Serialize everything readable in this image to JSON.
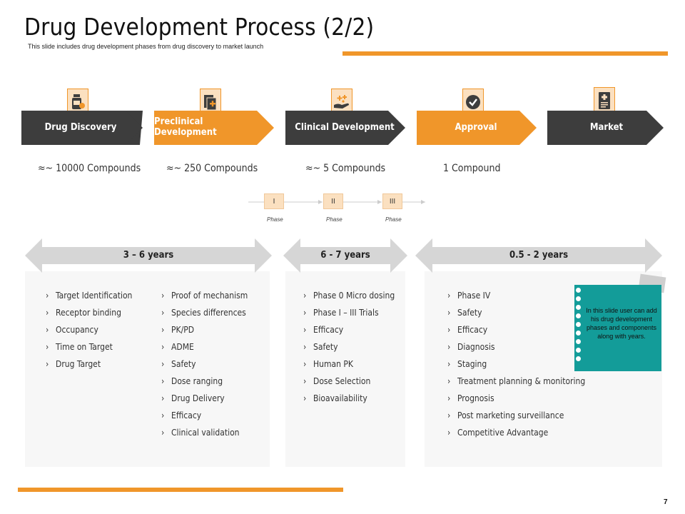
{
  "title": "Drug Development Process (2/2)",
  "subtitle": "This slide includes drug development phases from drug discovery to market launch",
  "page_number": "7",
  "colors": {
    "accent": "#f0962a",
    "dark": "#3d3d3d",
    "teal": "#139c99",
    "light_orange": "#fbe0c0"
  },
  "stages": [
    {
      "label": "Drug Discovery",
      "icon": "medicine-bottle-icon",
      "color": "#3d3d3d",
      "compounds": "≈~ 10000 Compounds"
    },
    {
      "label": "Preclinical Development",
      "icon": "medical-folder-icon",
      "color": "#f0962a",
      "compounds": "≈~ 250 Compounds"
    },
    {
      "label": "Clinical Development",
      "icon": "hand-plus-icon",
      "color": "#3d3d3d",
      "compounds": "≈~ 5 Compounds"
    },
    {
      "label": "Approval",
      "icon": "check-circle-icon",
      "color": "#f0962a",
      "compounds": "1 Compound"
    },
    {
      "label": "Market",
      "icon": "prescription-icon",
      "color": "#3d3d3d",
      "compounds": ""
    }
  ],
  "phases": [
    {
      "numeral": "I",
      "label": "Phase"
    },
    {
      "numeral": "II",
      "label": "Phase"
    },
    {
      "numeral": "III",
      "label": "Phase"
    }
  ],
  "durations": [
    "3 – 6 years",
    "6 - 7 years",
    "0.5 - 2 years"
  ],
  "lists": {
    "col1": [
      "Target Identification",
      "Receptor binding",
      "Occupancy",
      "Time on Target",
      "Drug Target"
    ],
    "col2": [
      "Proof of mechanism",
      "Species differences",
      "PK/PD",
      "ADME",
      "Safety",
      "Dose ranging",
      "Drug Delivery",
      "Efficacy",
      "Clinical validation"
    ],
    "col3": [
      "Phase 0 Micro dosing",
      "Phase I – III Trials",
      "Efficacy",
      "Safety",
      "Human PK",
      "Dose Selection",
      "Bioavailability"
    ],
    "col4": [
      "Phase IV",
      "Safety",
      "Efficacy",
      "Diagnosis",
      "Staging",
      "Treatment planning  & monitoring",
      "Prognosis",
      "Post marketing surveillance",
      "Competitive Advantage"
    ]
  },
  "bullet": "›",
  "note": "In this slide user can add his drug development phases and components along with years."
}
